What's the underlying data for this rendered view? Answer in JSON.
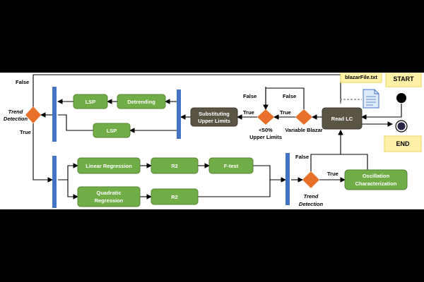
{
  "nodes": {
    "lsp_top": "LSP",
    "detrending": "Detrending",
    "lsp_bottom": "LSP",
    "substituting_1": "Substituting",
    "substituting_2": "Upper Limits",
    "read_lc": "Read LC",
    "linear_regression": "Linear Regression",
    "r2_top": "R2",
    "f_test": "F-test",
    "quadratic_1": "Quadratic",
    "quadratic_2": "Regression",
    "r2_bottom": "R2",
    "oscillation_1": "Oscillation",
    "oscillation_2": "Characterization",
    "start": "START",
    "end": "END",
    "file": "blazarFile.txt"
  },
  "labels": {
    "trend_detection_left_1": "Trend",
    "trend_detection_left_2": "Detection",
    "trend_detection_right_1": "Trend",
    "trend_detection_right_2": "Detection",
    "less_50_1": "<50%",
    "less_50_2": "Upper Limits",
    "variable_blazar": "Variable Blazar",
    "false_top_left": "False",
    "false_1": "False",
    "false_2": "False",
    "false_3": "False",
    "true_left": "True",
    "true_1": "True",
    "true_2": "True",
    "true_3": "True"
  },
  "colors": {
    "green": "#70ad47",
    "dark": "#595443",
    "bar": "#4472c4",
    "diamond": "#e8702a",
    "note": "#fff2a8"
  }
}
